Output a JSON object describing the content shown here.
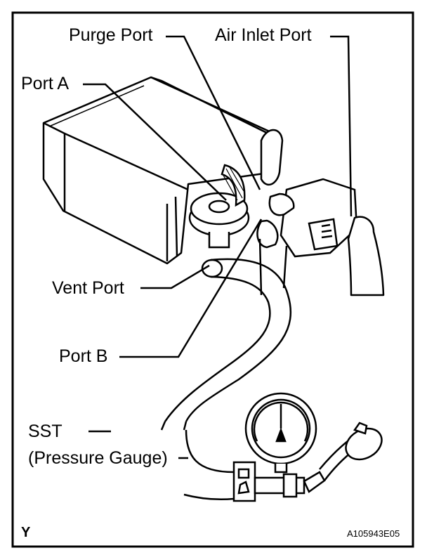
{
  "labels": {
    "purge_port": "Purge Port",
    "air_inlet_port": "Air Inlet Port",
    "port_a": "Port A",
    "vent_port": "Vent Port",
    "port_b": "Port B",
    "sst": "SST",
    "pressure_gauge": "(Pressure Gauge)"
  },
  "corner_mark": "Y",
  "figure_code": "A105943E05",
  "colors": {
    "ink": "#000000",
    "paper": "#ffffff"
  }
}
